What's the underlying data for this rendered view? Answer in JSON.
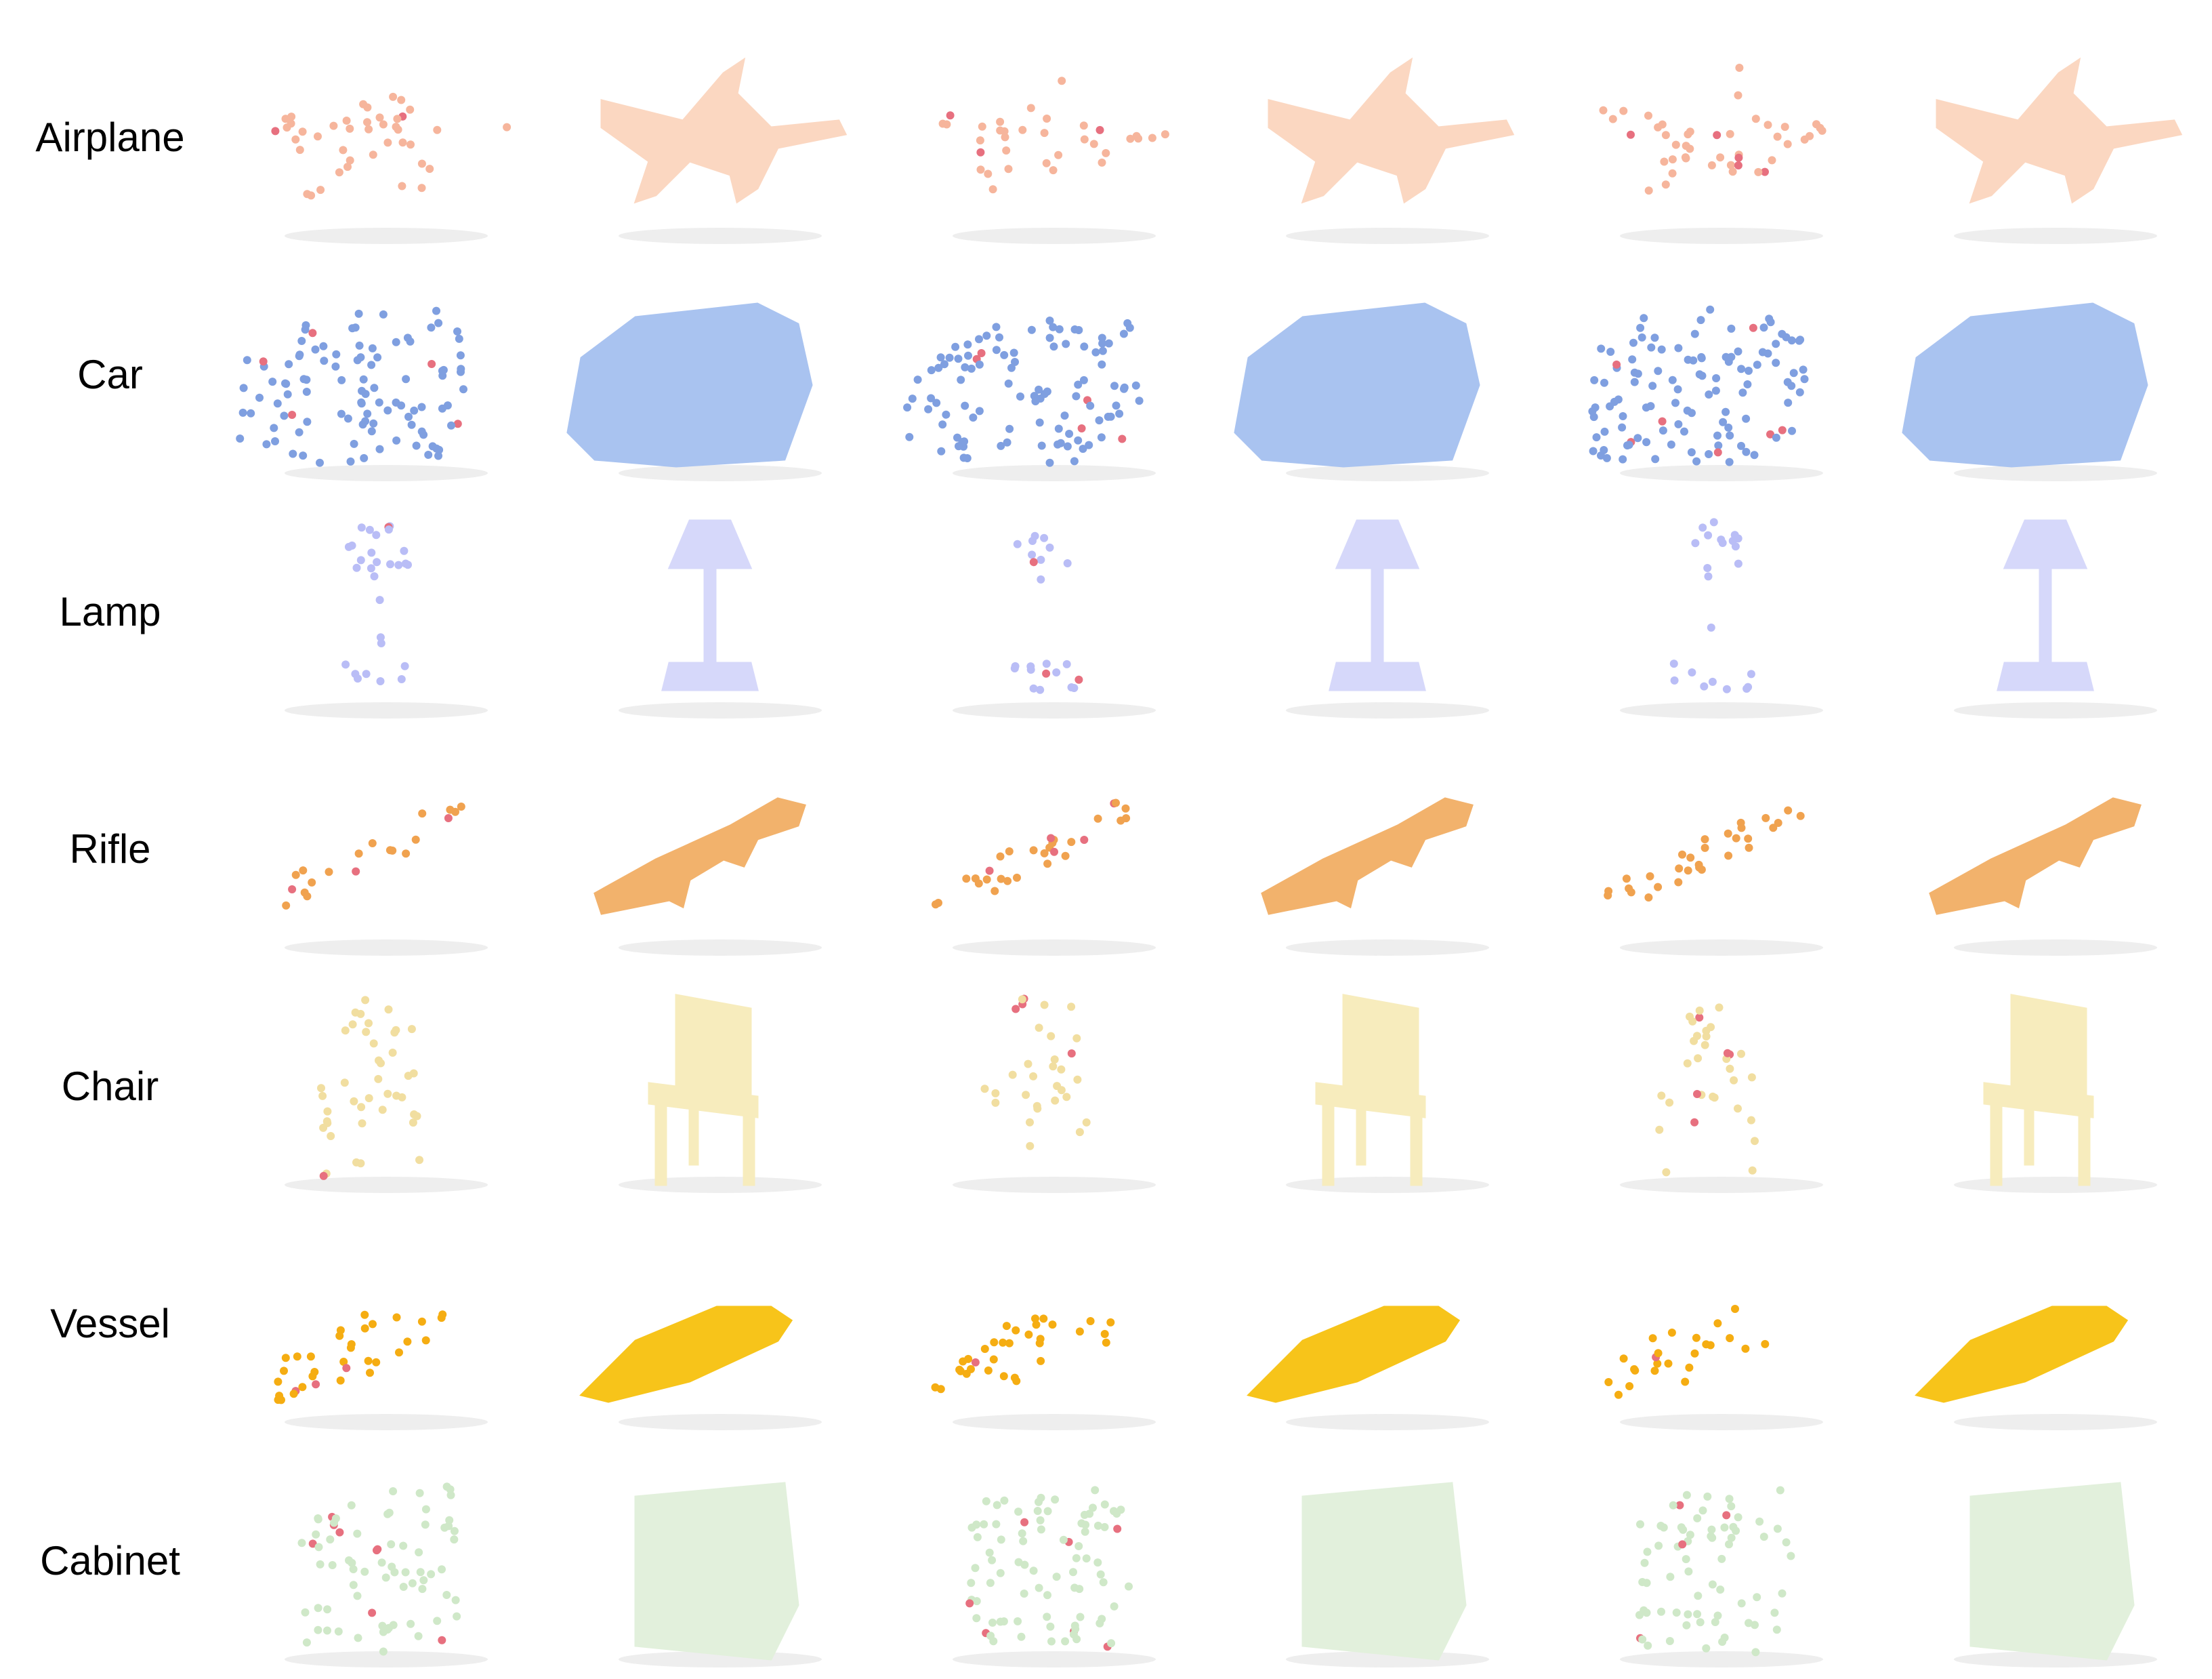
{
  "rows": [
    {
      "label": "Airplane",
      "shape": "airplane",
      "point": "#f6b59c",
      "solid": "#fbd7c1",
      "accent": "#e7707f"
    },
    {
      "label": "Car",
      "shape": "car",
      "point": "#7f9fe0",
      "solid": "#a9c3f0",
      "accent": "#e7707f"
    },
    {
      "label": "Lamp",
      "shape": "lamp",
      "point": "#b9bdf6",
      "solid": "#d6d8fa",
      "accent": "#e7707f"
    },
    {
      "label": "Rifle",
      "shape": "rifle",
      "point": "#f0a24f",
      "solid": "#f2b26c",
      "accent": "#e7707f"
    },
    {
      "label": "Chair",
      "shape": "chair",
      "point": "#f1dea0",
      "solid": "#f7ecbd",
      "accent": "#e7707f"
    },
    {
      "label": "Vessel",
      "shape": "vessel",
      "point": "#f5ad12",
      "solid": "#f7c41a",
      "accent": "#e7707f"
    },
    {
      "label": "Cabinet",
      "shape": "cabinet",
      "point": "#cfe8c8",
      "solid": "#e2f0dc",
      "accent": "#e7707f"
    }
  ],
  "columns": [
    "point-cloud",
    "solid-mesh",
    "point-cloud",
    "solid-mesh",
    "point-cloud",
    "solid-mesh"
  ]
}
